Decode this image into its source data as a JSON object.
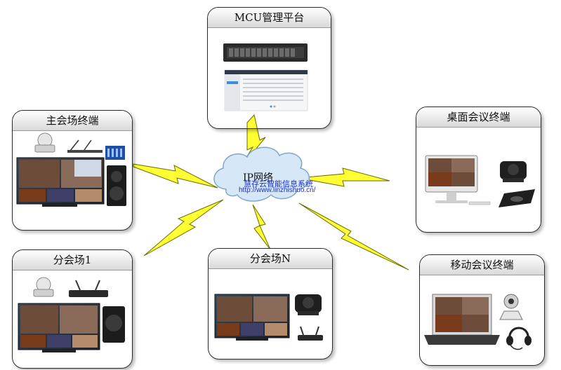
{
  "nodes": {
    "mcu": {
      "title": "MCU管理平台"
    },
    "main_venue": {
      "title": "主会场终端"
    },
    "desktop": {
      "title": "桌面会议终端"
    },
    "branch1": {
      "title": "分会场1"
    },
    "branchN": {
      "title": "分会场N"
    },
    "mobile": {
      "title": "移动会议终端"
    }
  },
  "network": {
    "label": "IP网络",
    "watermark": "慧存云智能信息系统",
    "url": "http://www.linzhishuo.cn/"
  },
  "colors": {
    "lightning_fill": "#ffff33",
    "lightning_stroke": "#6a6a00",
    "cloud_fill": "#d6e8f7",
    "cloud_stroke": "#7fa7cc",
    "watermark": "#1a2fd0"
  }
}
